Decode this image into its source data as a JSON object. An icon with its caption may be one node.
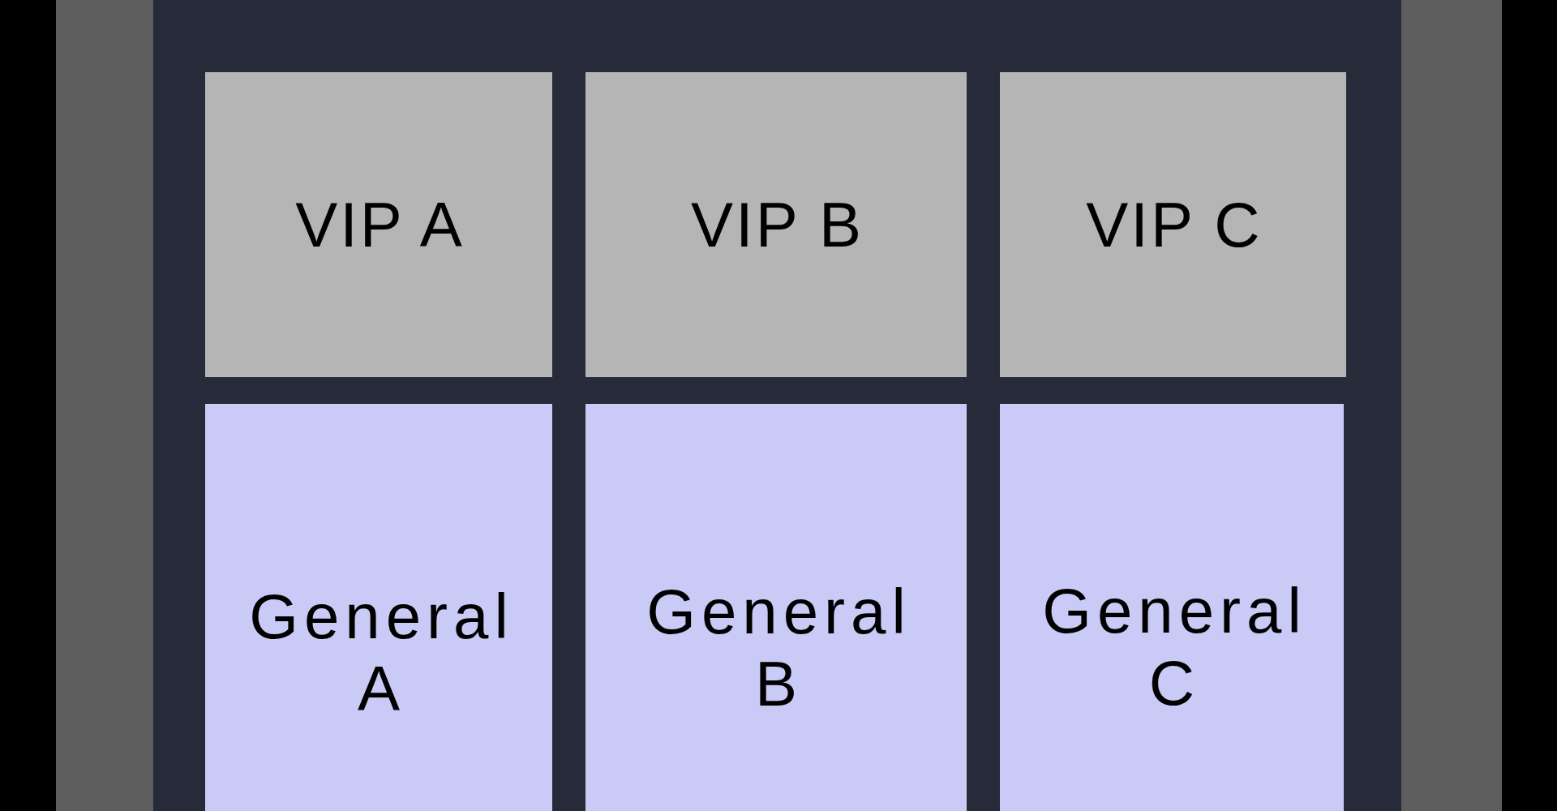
{
  "diagram": {
    "nodes": [
      {
        "text": [
          "VIP A"
        ]
      },
      {
        "text": [
          "VIP B"
        ]
      },
      {
        "text": [
          "VIP C"
        ]
      },
      {
        "text": [
          "General A"
        ]
      },
      {
        "text": [
          "General B"
        ]
      },
      {
        "text": [
          "General C"
        ]
      }
    ]
  }
}
